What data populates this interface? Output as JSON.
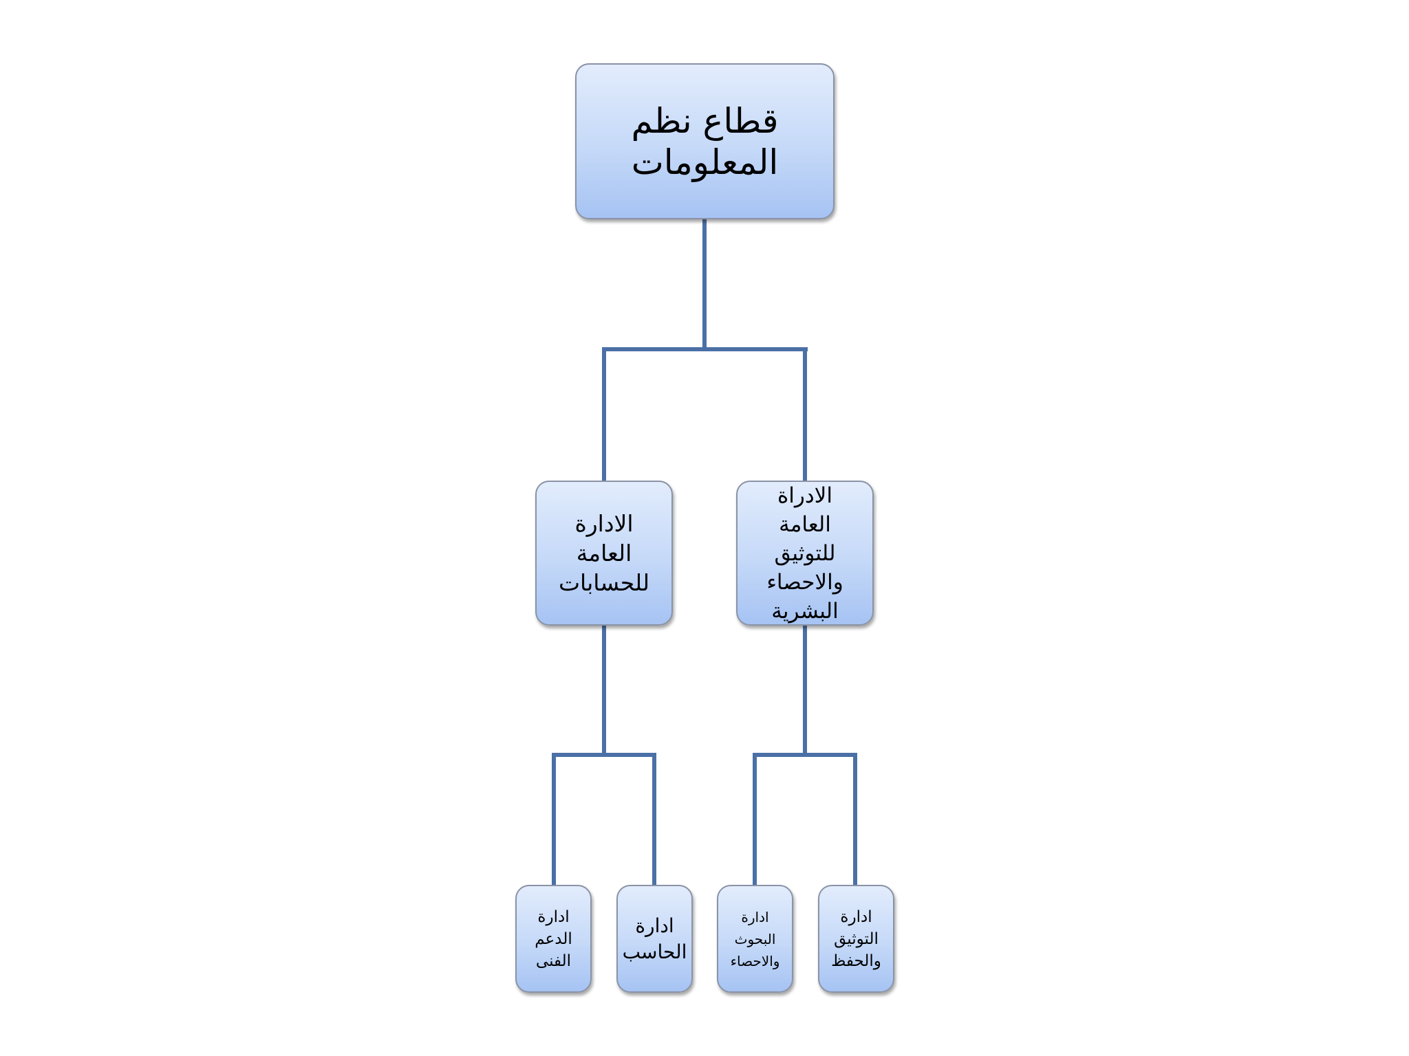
{
  "root": {
    "label": "قطاع نظم\nالمعلومات"
  },
  "departments": [
    {
      "label": "الادارة\nالعامة\nللحسابات",
      "children": [
        {
          "label": "ادارة\nالدعم\nالفنى"
        },
        {
          "label": "ادارة\nالحاسب"
        }
      ]
    },
    {
      "label": "الادراة\nالعامة\nللتوثيق\nوالاحصاء\nالبشرية",
      "children": [
        {
          "label": "ادارة\nالبحوث\nوالاحصاء"
        },
        {
          "label": "ادارة\nالتوثيق\nوالحفظ"
        }
      ]
    }
  ],
  "colors": {
    "connector": "#4a70a6",
    "box_top": "#e2ecfc",
    "box_bottom": "#a6c3f3"
  }
}
